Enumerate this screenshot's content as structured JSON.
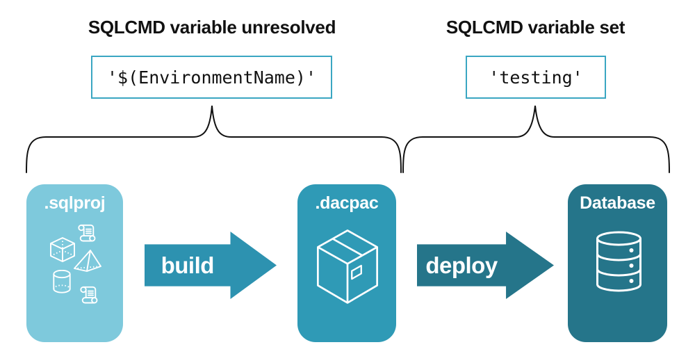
{
  "diagram": {
    "annotations": {
      "left": {
        "heading": "SQLCMD variable unresolved",
        "code": "'$(EnvironmentName)'"
      },
      "right": {
        "heading": "SQLCMD variable set",
        "code": "'testing'"
      }
    },
    "stages": [
      {
        "label": ".sqlproj",
        "icon": "sql-objects-icons"
      },
      {
        "label": ".dacpac",
        "icon": "package-icon"
      },
      {
        "label": "Database",
        "icon": "database-icon"
      }
    ],
    "arrows": [
      {
        "label": "build"
      },
      {
        "label": "deploy"
      }
    ],
    "colors": {
      "sqlproj_card": "#7ec9dc",
      "dacpac_card": "#2f9ab6",
      "database_card": "#25758a",
      "build_arrow": "#2d92b0",
      "deploy_arrow": "#25758a",
      "code_box_border": "#3aa6c2",
      "brace_stroke": "#111111",
      "heading_text": "#111111",
      "card_text": "#ffffff"
    }
  }
}
